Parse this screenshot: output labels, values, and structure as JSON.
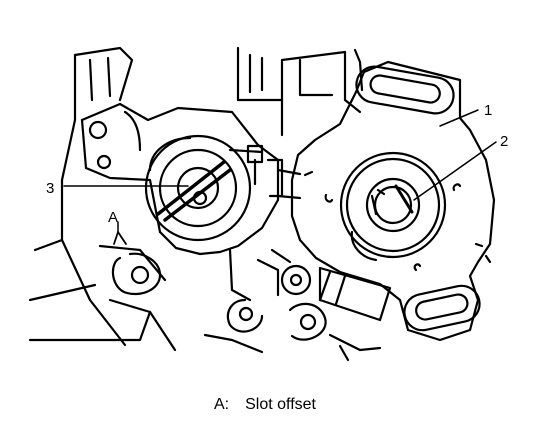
{
  "figure": {
    "callouts": {
      "part_1": "1",
      "part_2": "2",
      "part_3": "3",
      "view_a": "A"
    }
  },
  "caption": {
    "key": "A:",
    "text": "Slot offset"
  }
}
